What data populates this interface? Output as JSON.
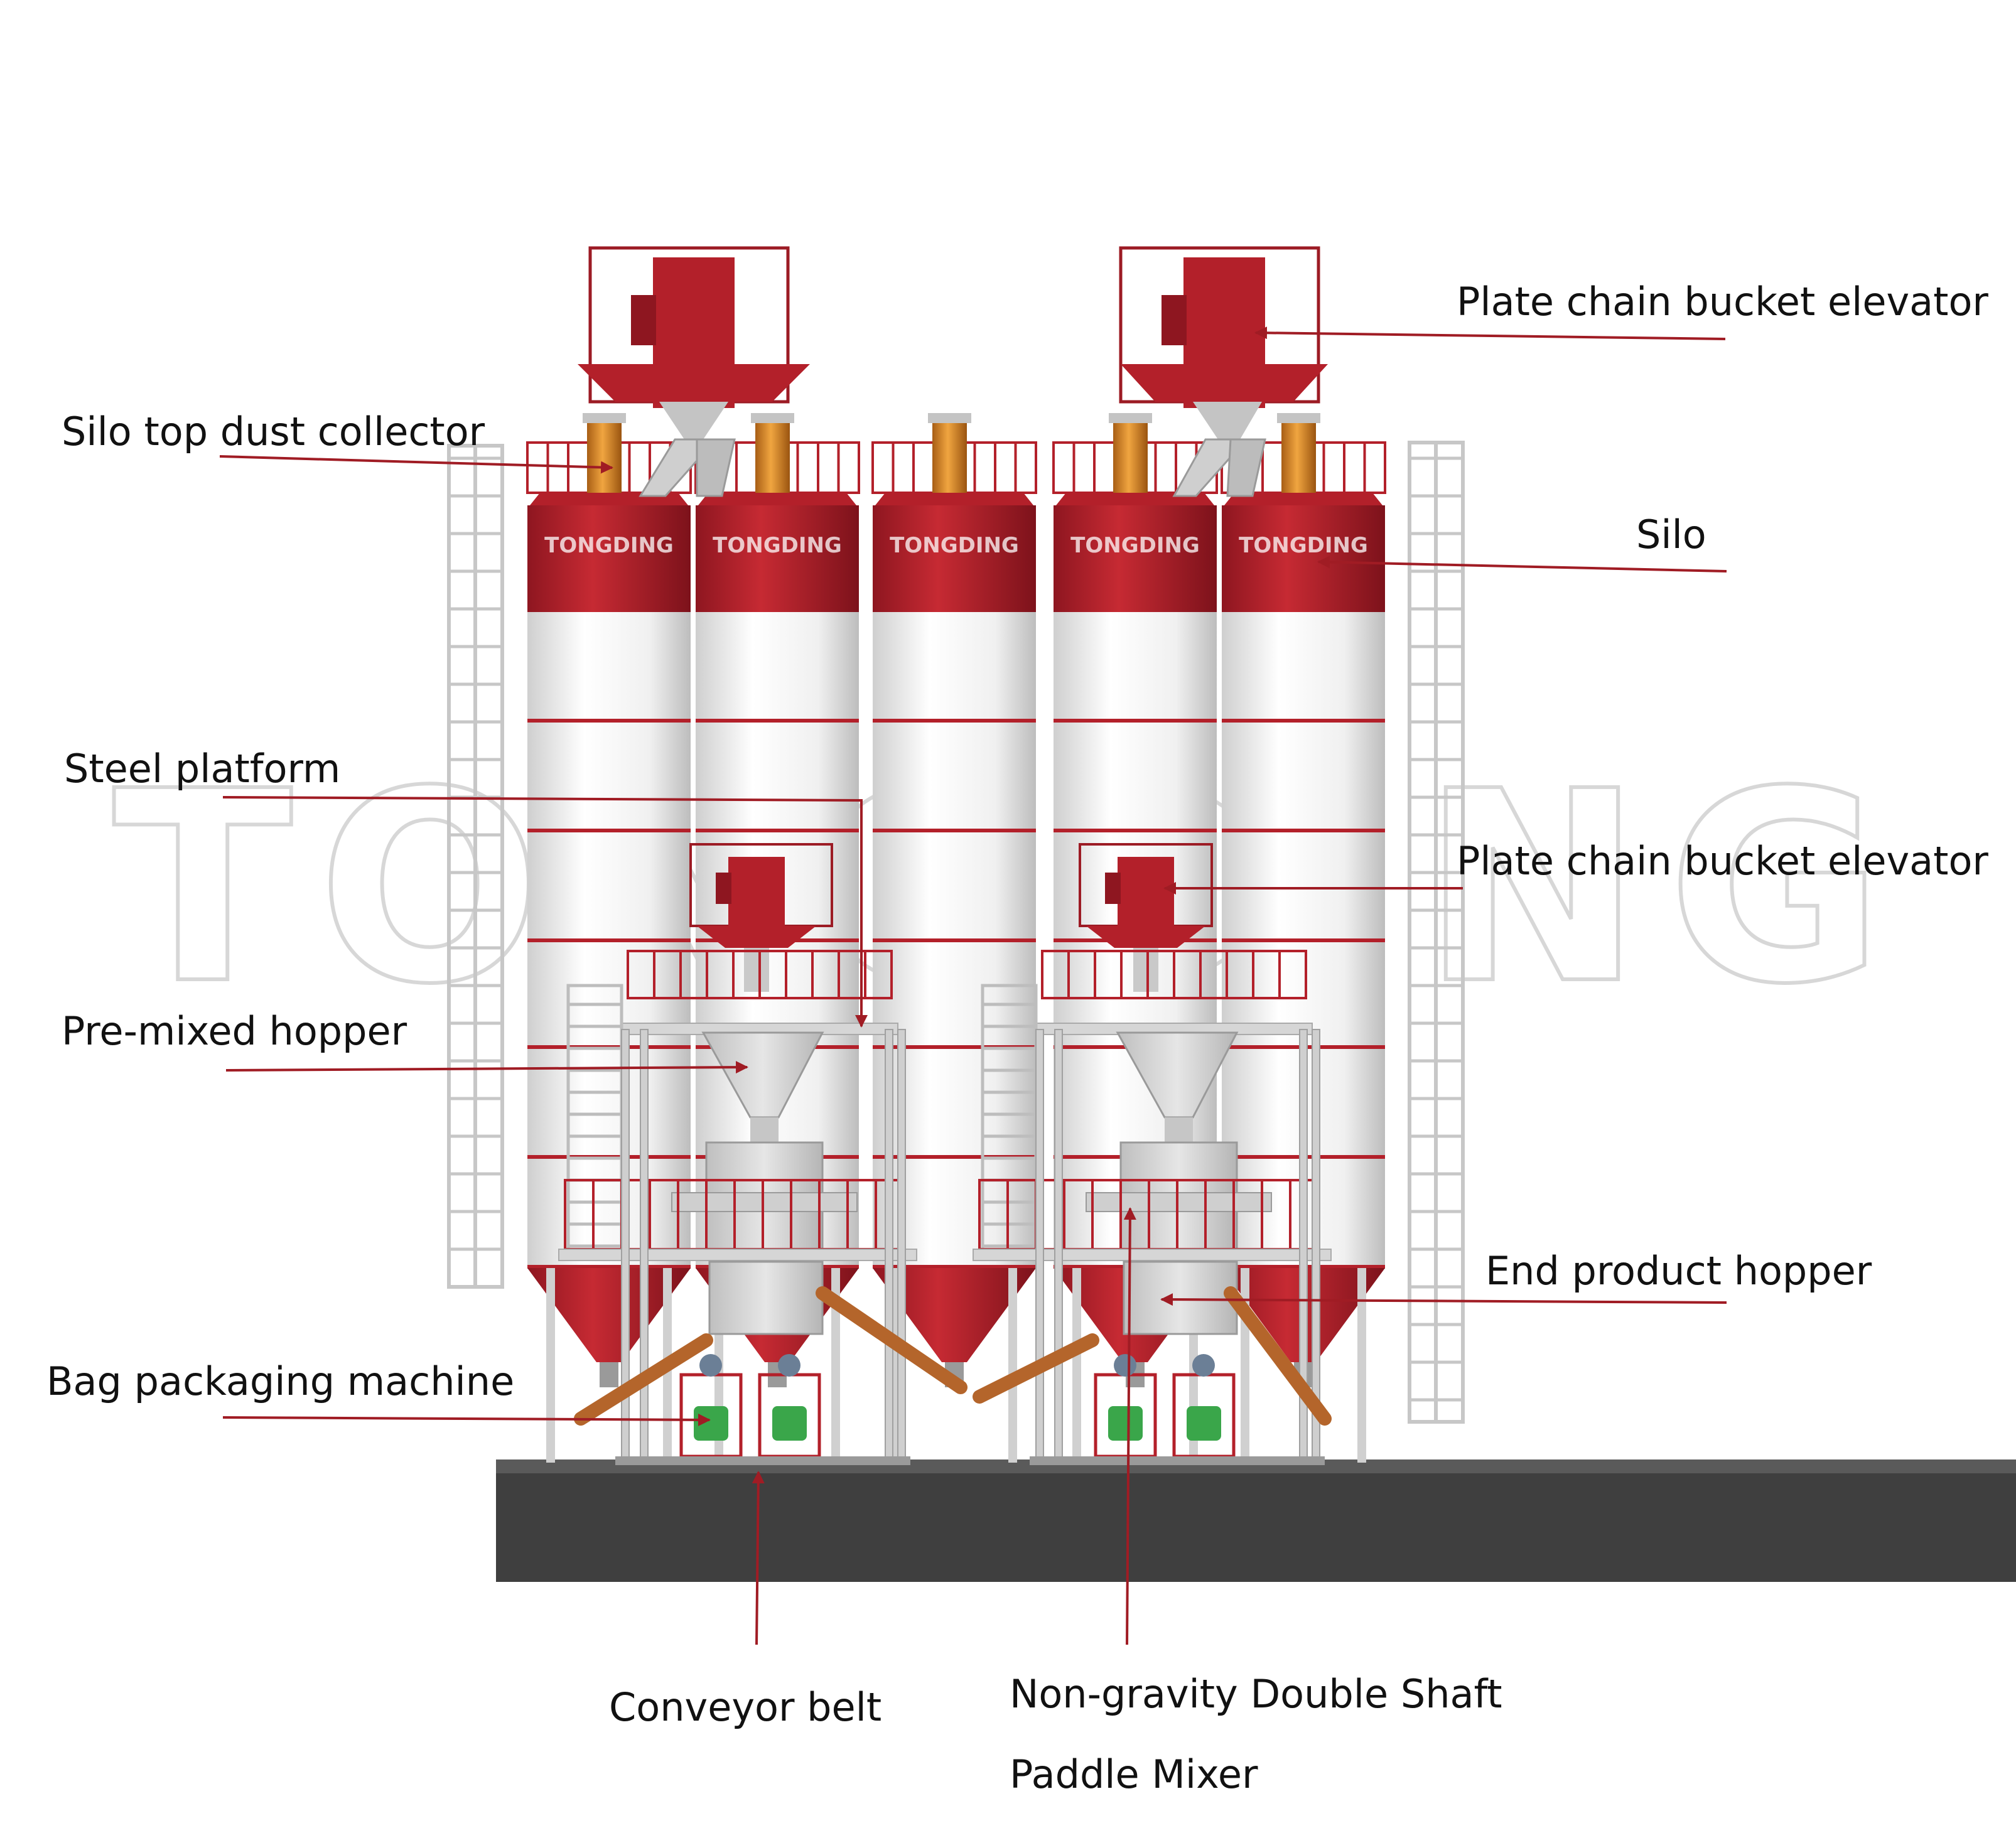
{
  "watermark": "TONGDING",
  "silo_band_text": "TONGDING",
  "colors": {
    "accent": "#b3202a",
    "silo_body": "#f1f1f1",
    "steel": "#d9d9d9",
    "frame": "#c9c9c9",
    "ground": "#414141",
    "dust_collector": "#d98a2a",
    "screw_conveyor": "#b4652b",
    "leader_line": "#a01c24"
  },
  "labels": {
    "elevator_top": "Plate chain bucket elevator",
    "dust_collector": "Silo top dust collector",
    "silo": "Silo",
    "steel_platform": "Steel platform",
    "elevator_mid": "Plate chain bucket elevator",
    "premixed_hopper": "Pre-mixed hopper",
    "end_product_hopper": "End product hopper",
    "bag_packaging": "Bag packaging machine",
    "conveyor_belt": "Conveyor belt",
    "mixer_line1": "Non-gravity Double Shaft",
    "mixer_line2": "Paddle Mixer"
  }
}
